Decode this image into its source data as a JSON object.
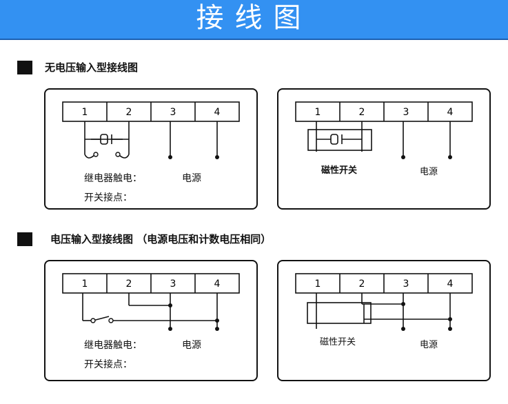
{
  "header": {
    "title": "接线图"
  },
  "terminal_labels": [
    "1",
    "2",
    "3",
    "4"
  ],
  "sections": [
    {
      "title": "无电压输入型接线图",
      "panels": [
        {
          "relay_label": "继电器触电：",
          "switch_label": "开关接点：",
          "power_label": "电源"
        },
        {
          "magnetic_label": "磁性开关",
          "power_label": "电源"
        }
      ]
    },
    {
      "title": "电压输入型接线图 （电源电压和计数电压相同）",
      "panels": [
        {
          "relay_label": "继电器触电：",
          "switch_label": "开关接点：",
          "power_label": "电源"
        },
        {
          "magnetic_label": "磁性开关",
          "power_label": "电源"
        }
      ]
    }
  ]
}
